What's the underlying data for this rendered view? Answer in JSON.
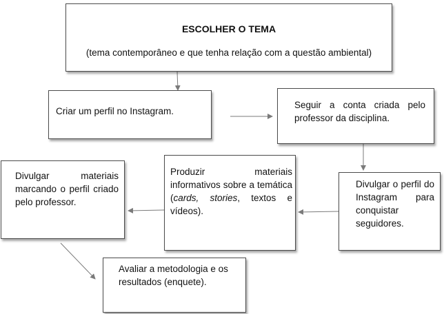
{
  "nodes": {
    "escolher": {
      "title": "ESCOLHER O TEMA",
      "subtitle": "(tema contemporâneo e que tenha relação com a questão ambiental)"
    },
    "criar": {
      "text": "Criar  um perfil no Instagram."
    },
    "seguir": {
      "text": "Seguir a conta criada pelo professor da disciplina."
    },
    "produzir": {
      "text_before": "Produzir materiais informativos sobre a temática (",
      "cards": "cards,",
      "stories": "stories",
      "text_after": ", textos e vídeos)."
    },
    "divulgar_materiais": {
      "text": "Divulgar materiais marcando o perfil criado pelo professor."
    },
    "divulgar_perfil": {
      "text": "Divulgar o perfil do Instagram para conquistar seguidores."
    },
    "avaliar": {
      "text": "Avaliar a metodologia e os resultados (enquete)."
    }
  },
  "edges": [
    {
      "from": "escolher",
      "to": "criar"
    },
    {
      "from": "criar",
      "to": "seguir"
    },
    {
      "from": "seguir",
      "to": "divulgar_perfil"
    },
    {
      "from": "divulgar_perfil",
      "to": "produzir"
    },
    {
      "from": "produzir",
      "to": "divulgar_materiais"
    },
    {
      "from": "divulgar_materiais",
      "to": "avaliar"
    }
  ],
  "colors": {
    "border": "#4a4a4a",
    "arrow": "#7a7a7a",
    "text": "#111111"
  }
}
